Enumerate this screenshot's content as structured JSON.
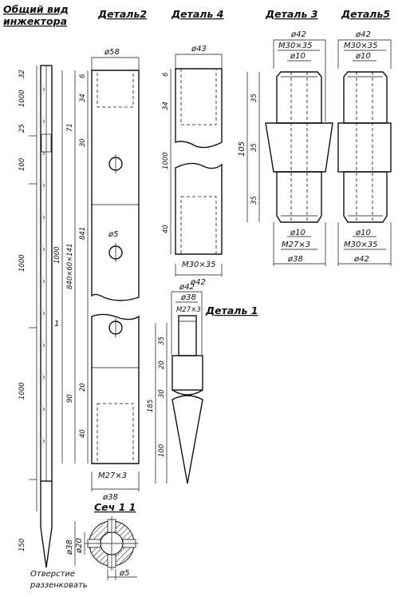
{
  "titles": {
    "general_view": [
      "Общий вид",
      "инжектора"
    ],
    "detail2": "Деталь2",
    "detail4": "Деталь 4",
    "detail3": "Деталь 3",
    "detail5": "Деталь5",
    "detail1": "Деталь 1",
    "section": "Сеч 1 1"
  },
  "general_view_dims": [
    "32",
    "1000",
    "25",
    "100",
    "1000",
    "1000",
    "150"
  ],
  "section_mark": "1",
  "detail2_dims": {
    "top_dia": "ø58",
    "left": [
      "6",
      "34",
      "30",
      "71",
      "841",
      "840×60×141",
      "1000",
      "90",
      "20",
      "40"
    ],
    "hole_dia": "ø5",
    "thread": "M27×3",
    "bottom_dia": "ø38"
  },
  "detail4_dims": {
    "top_dia": "ø43",
    "left": [
      "6",
      "34",
      "1000",
      "40"
    ],
    "thread": "M30×35",
    "bottom_dia": "ø42"
  },
  "detail3_dims": {
    "top_dia": "ø42",
    "top_thread": "M30×35",
    "top_inner": "ø10",
    "left": [
      "105",
      "35",
      "35",
      "35"
    ],
    "bottom_inner": "ø10",
    "bottom_thread": "M27×3",
    "bottom_dia": "ø38"
  },
  "detail5_dims": {
    "top_dia": "ø42",
    "top_thread": "M30×35",
    "top_inner": "ø10",
    "bottom_inner": "ø10",
    "bottom_thread": "M30×35",
    "bottom_dia": "ø42"
  },
  "detail1_dims": {
    "top_dia": "ø42",
    "mid_dia": "ø38",
    "thread": "M27×3",
    "left": [
      "35",
      "20",
      "30",
      "185",
      "100"
    ]
  },
  "section_dims": {
    "outer": "ø38",
    "inner": "ø20",
    "hole": "ø5"
  },
  "note": [
    "Отверстие",
    "раззенковать"
  ]
}
